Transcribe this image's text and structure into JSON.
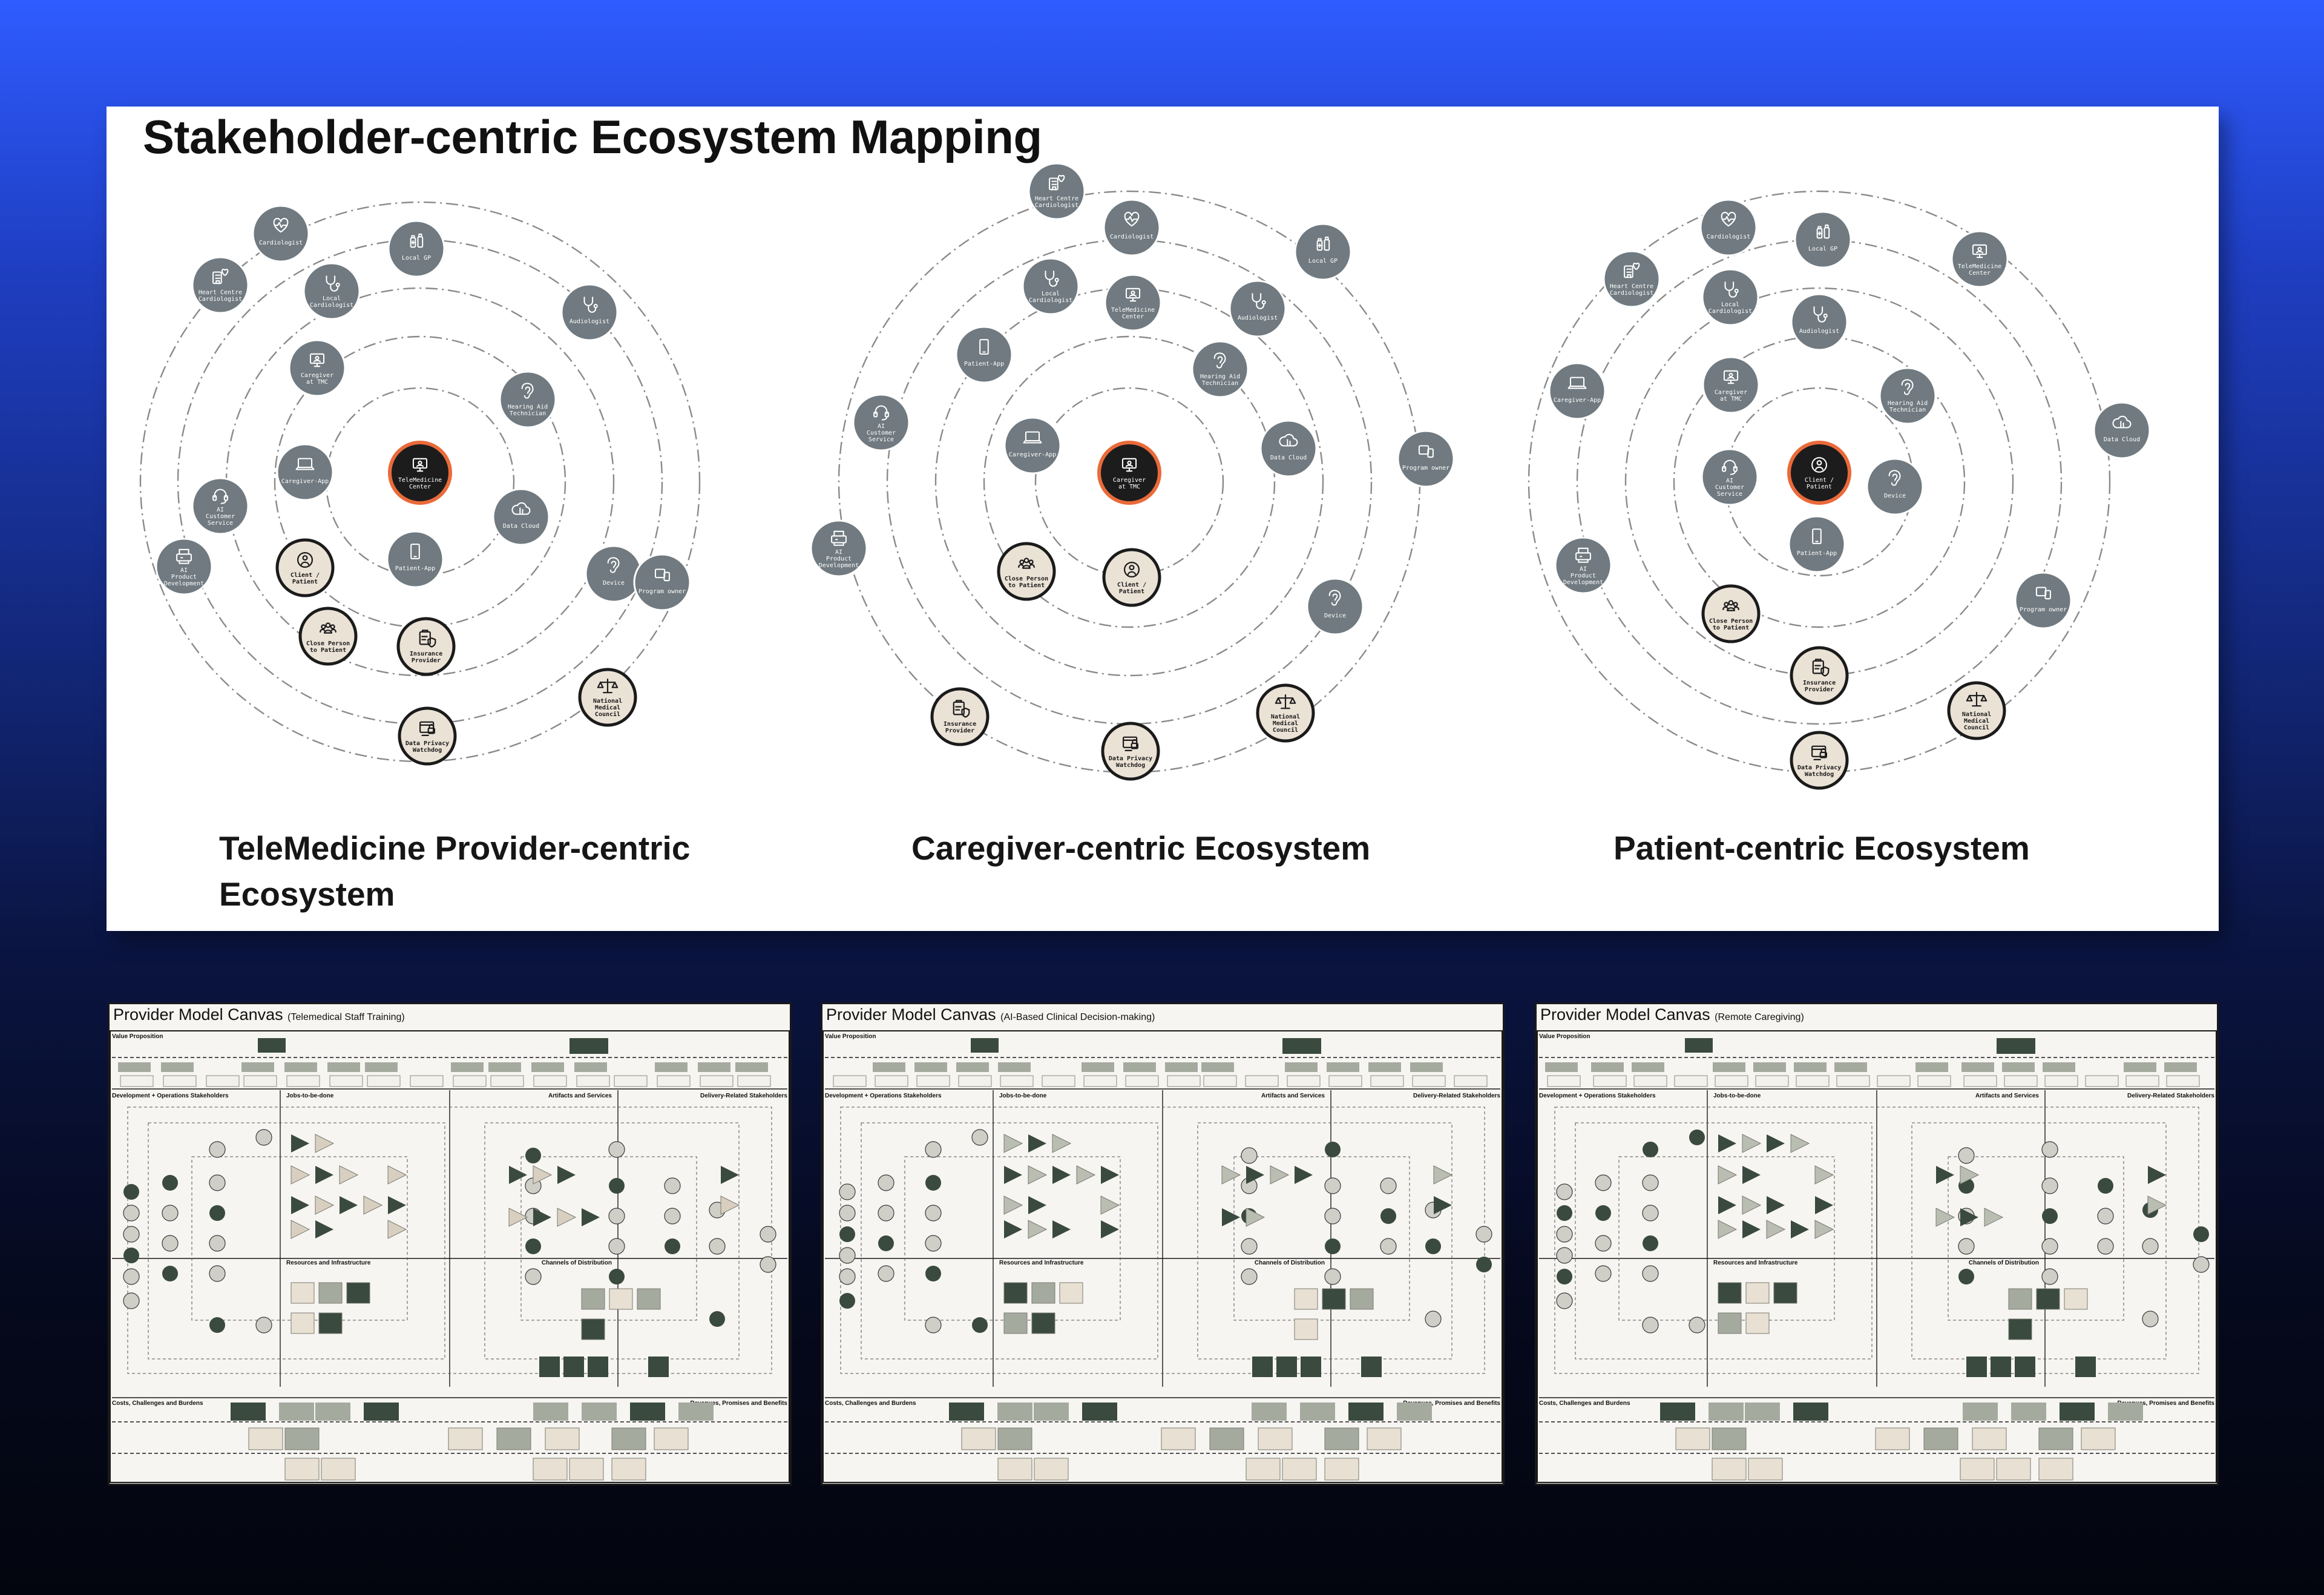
{
  "title": "Stakeholder-centric Ecosystem Mapping",
  "ecosystems": [
    {
      "caption_line1": "TeleMedicine Provider-centric",
      "caption_line2": "Ecosystem",
      "nodes": [
        {
          "label": [
            "TeleMedicine",
            "Center"
          ],
          "icon": "monitor-icon",
          "style": "center"
        },
        {
          "label": [
            "Cardiologist"
          ],
          "icon": "heart-icon",
          "style": "grey"
        },
        {
          "label": [
            "Local GP"
          ],
          "icon": "medicine-icon",
          "style": "grey"
        },
        {
          "label": [
            "Heart Centre",
            "Cardiologist"
          ],
          "icon": "hospital-icon",
          "style": "grey"
        },
        {
          "label": [
            "Local",
            "Cardiologist"
          ],
          "icon": "stethoscope-icon",
          "style": "grey"
        },
        {
          "label": [
            "Audiologist"
          ],
          "icon": "stethoscope-icon",
          "style": "grey"
        },
        {
          "label": [
            "Caregiver",
            "at TMC"
          ],
          "icon": "monitor-icon",
          "style": "grey"
        },
        {
          "label": [
            "Hearing Aid",
            "Technician"
          ],
          "icon": "ear-icon",
          "style": "grey"
        },
        {
          "label": [
            "Caregiver-App"
          ],
          "icon": "laptop-icon",
          "style": "grey"
        },
        {
          "label": [
            "AI",
            "Customer",
            "Service"
          ],
          "icon": "headset-icon",
          "style": "grey"
        },
        {
          "label": [
            "Data Cloud"
          ],
          "icon": "cloud-icon",
          "style": "grey"
        },
        {
          "label": [
            "AI",
            "Product",
            "Development"
          ],
          "icon": "printer-icon",
          "style": "grey"
        },
        {
          "label": [
            "Client /",
            "Patient"
          ],
          "icon": "person-icon",
          "style": "cream"
        },
        {
          "label": [
            "Patient-App"
          ],
          "icon": "phone-icon",
          "style": "grey"
        },
        {
          "label": [
            "Device"
          ],
          "icon": "ear-icon",
          "style": "grey"
        },
        {
          "label": [
            "Program owner"
          ],
          "icon": "devices-icon",
          "style": "grey"
        },
        {
          "label": [
            "Close Person",
            "to Patient"
          ],
          "icon": "group-icon",
          "style": "cream"
        },
        {
          "label": [
            "Insurance",
            "Provider"
          ],
          "icon": "shield-icon",
          "style": "cream"
        },
        {
          "label": [
            "National",
            "Medical",
            "Council"
          ],
          "icon": "scales-icon",
          "style": "cream"
        },
        {
          "label": [
            "Data Privacy",
            "Watchdog"
          ],
          "icon": "lock-icon",
          "style": "cream"
        }
      ]
    },
    {
      "caption_line1": "Caregiver-centric Ecosystem",
      "caption_line2": "",
      "nodes": [
        {
          "label": [
            "Caregiver",
            "at TMC"
          ],
          "icon": "monitor-icon",
          "style": "center"
        },
        {
          "label": [
            "Heart Centre",
            "Cardiologist"
          ],
          "icon": "hospital-icon",
          "style": "grey"
        },
        {
          "label": [
            "Cardiologist"
          ],
          "icon": "heart-icon",
          "style": "grey"
        },
        {
          "label": [
            "Local GP"
          ],
          "icon": "medicine-icon",
          "style": "grey"
        },
        {
          "label": [
            "Local",
            "Cardiologist"
          ],
          "icon": "stethoscope-icon",
          "style": "grey"
        },
        {
          "label": [
            "TeleMedicine",
            "Center"
          ],
          "icon": "monitor-icon",
          "style": "grey"
        },
        {
          "label": [
            "Audiologist"
          ],
          "icon": "stethoscope-icon",
          "style": "grey"
        },
        {
          "label": [
            "Patient-App"
          ],
          "icon": "phone-icon",
          "style": "grey"
        },
        {
          "label": [
            "Hearing Aid",
            "Technician"
          ],
          "icon": "ear-icon",
          "style": "grey"
        },
        {
          "label": [
            "AI",
            "Customer",
            "Service"
          ],
          "icon": "headset-icon",
          "style": "grey"
        },
        {
          "label": [
            "Caregiver-App"
          ],
          "icon": "laptop-icon",
          "style": "grey"
        },
        {
          "label": [
            "Data Cloud"
          ],
          "icon": "cloud-icon",
          "style": "grey"
        },
        {
          "label": [
            "Program owner"
          ],
          "icon": "devices-icon",
          "style": "grey"
        },
        {
          "label": [
            "AI",
            "Product",
            "Development"
          ],
          "icon": "printer-icon",
          "style": "grey"
        },
        {
          "label": [
            "Close Person",
            "to Patient"
          ],
          "icon": "group-icon",
          "style": "cream"
        },
        {
          "label": [
            "Client /",
            "Patient"
          ],
          "icon": "person-icon",
          "style": "cream"
        },
        {
          "label": [
            "Device"
          ],
          "icon": "ear-icon",
          "style": "grey"
        },
        {
          "label": [
            "Insurance",
            "Provider"
          ],
          "icon": "shield-icon",
          "style": "cream"
        },
        {
          "label": [
            "National",
            "Medical",
            "Council"
          ],
          "icon": "scales-icon",
          "style": "cream"
        },
        {
          "label": [
            "Data Privacy",
            "Watchdog"
          ],
          "icon": "lock-icon",
          "style": "cream"
        }
      ]
    },
    {
      "caption_line1": "Patient-centric Ecosystem",
      "caption_line2": "",
      "nodes": [
        {
          "label": [
            "Client /",
            "Patient"
          ],
          "icon": "person-icon",
          "style": "center"
        },
        {
          "label": [
            "Cardiologist"
          ],
          "icon": "heart-icon",
          "style": "grey"
        },
        {
          "label": [
            "Local GP"
          ],
          "icon": "medicine-icon",
          "style": "grey"
        },
        {
          "label": [
            "TeleMedicine",
            "Center"
          ],
          "icon": "monitor-icon",
          "style": "grey"
        },
        {
          "label": [
            "Heart Centre",
            "Cardiologist"
          ],
          "icon": "hospital-icon",
          "style": "grey"
        },
        {
          "label": [
            "Local",
            "Cardiologist"
          ],
          "icon": "stethoscope-icon",
          "style": "grey"
        },
        {
          "label": [
            "Audiologist"
          ],
          "icon": "stethoscope-icon",
          "style": "grey"
        },
        {
          "label": [
            "Caregiver-App"
          ],
          "icon": "laptop-icon",
          "style": "grey"
        },
        {
          "label": [
            "Caregiver",
            "at TMC"
          ],
          "icon": "monitor-icon",
          "style": "grey"
        },
        {
          "label": [
            "Hearing Aid",
            "Technician"
          ],
          "icon": "ear-icon",
          "style": "grey"
        },
        {
          "label": [
            "Data Cloud"
          ],
          "icon": "cloud-icon",
          "style": "grey"
        },
        {
          "label": [
            "AI",
            "Customer",
            "Service"
          ],
          "icon": "headset-icon",
          "style": "grey"
        },
        {
          "label": [
            "Device"
          ],
          "icon": "ear-icon",
          "style": "grey"
        },
        {
          "label": [
            "AI",
            "Product",
            "Development"
          ],
          "icon": "printer-icon",
          "style": "grey"
        },
        {
          "label": [
            "Patient-App"
          ],
          "icon": "phone-icon",
          "style": "grey"
        },
        {
          "label": [
            "Close Person",
            "to Patient"
          ],
          "icon": "group-icon",
          "style": "cream"
        },
        {
          "label": [
            "Program owner"
          ],
          "icon": "devices-icon",
          "style": "grey"
        },
        {
          "label": [
            "Insurance",
            "Provider"
          ],
          "icon": "shield-icon",
          "style": "cream"
        },
        {
          "label": [
            "National",
            "Medical",
            "Council"
          ],
          "icon": "scales-icon",
          "style": "cream"
        },
        {
          "label": [
            "Data Privacy",
            "Watchdog"
          ],
          "icon": "lock-icon",
          "style": "cream"
        }
      ]
    }
  ],
  "canvases": [
    {
      "title": "Provider Model Canvas",
      "subtitle": "(Telemedical Staff Training)"
    },
    {
      "title": "Provider Model Canvas",
      "subtitle": "(AI-Based Clinical Decision-making)"
    },
    {
      "title": "Provider Model Canvas",
      "subtitle": "(Remote Caregiving)"
    }
  ],
  "canvas_sections": {
    "value_proposition": "Value Proposition",
    "dev_ops": "Development + Operations Stakeholders",
    "jobs": "Jobs-to-be-done",
    "artifacts": "Artifacts and Services",
    "delivery": "Delivery-Related Stakeholders",
    "resources": "Resources and Infrastructure",
    "channels": "Channels of Distribution",
    "costs": "Costs, Challenges and Burdens",
    "revenues": "Revenues, Promises and Benefits"
  },
  "colors": {
    "node_grey": "#707a80",
    "node_cream": "#ebe2d6",
    "center_ring": "#ea6a3a",
    "canvas_dark_green": "#3a4a3e",
    "canvas_grey_box": "#a5aa9f",
    "canvas_tan_box": "#e8e0d2"
  }
}
